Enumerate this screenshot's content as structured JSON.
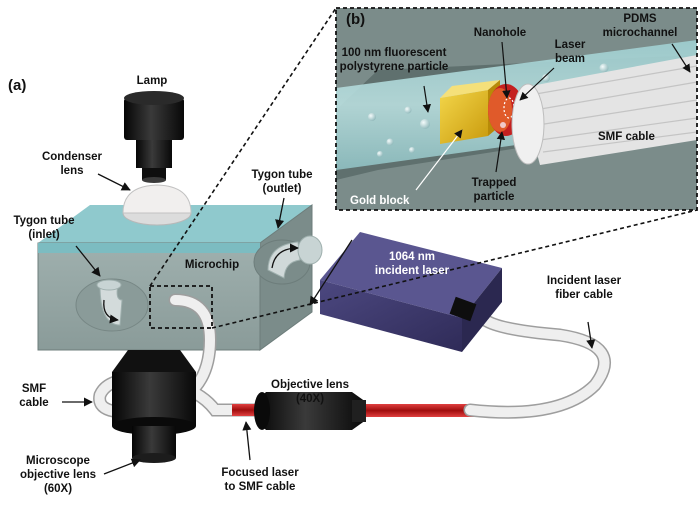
{
  "panel_labels": {
    "a": "(a)",
    "b": "(b)"
  },
  "labels": {
    "lamp": "Lamp",
    "condenser_lens": [
      "Condenser",
      "lens"
    ],
    "tygon_outlet": [
      "Tygon tube",
      "(outlet)"
    ],
    "tygon_inlet": [
      "Tygon tube",
      "(inlet)"
    ],
    "microchip": "Microchip",
    "incident_laser": [
      "1064 nm",
      "incident laser"
    ],
    "incident_laser_fiber": [
      "Incident laser",
      "fiber cable"
    ],
    "smf_cable_left": [
      "SMF",
      "cable"
    ],
    "objective_40x": [
      "Objective lens",
      "(40X)"
    ],
    "microscope_objective": [
      "Microscope",
      "objective lens",
      "(60X)"
    ],
    "focused_laser": [
      "Focused laser",
      "to SMF cable"
    ]
  },
  "inset_labels": {
    "fluorescent_particle": [
      "100 nm fluorescent",
      "polystyrene particle"
    ],
    "nanohole": "Nanohole",
    "laser_beam": [
      "Laser",
      "beam"
    ],
    "pdms_microchannel": [
      "PDMS",
      "microchannel"
    ],
    "smf_cable": "SMF cable",
    "gold_block": "Gold block",
    "trapped_particle": [
      "Trapped",
      "particle"
    ]
  },
  "colors": {
    "chip": "#9aaaa9",
    "chip_top": "#8fc9cd",
    "channel": "#a9d3d3",
    "gold": "#e9c222",
    "laser_red": "#b31515",
    "laser_box": "#3f3b6e",
    "objective": "#161616",
    "fiber": "#e8e8e8"
  }
}
